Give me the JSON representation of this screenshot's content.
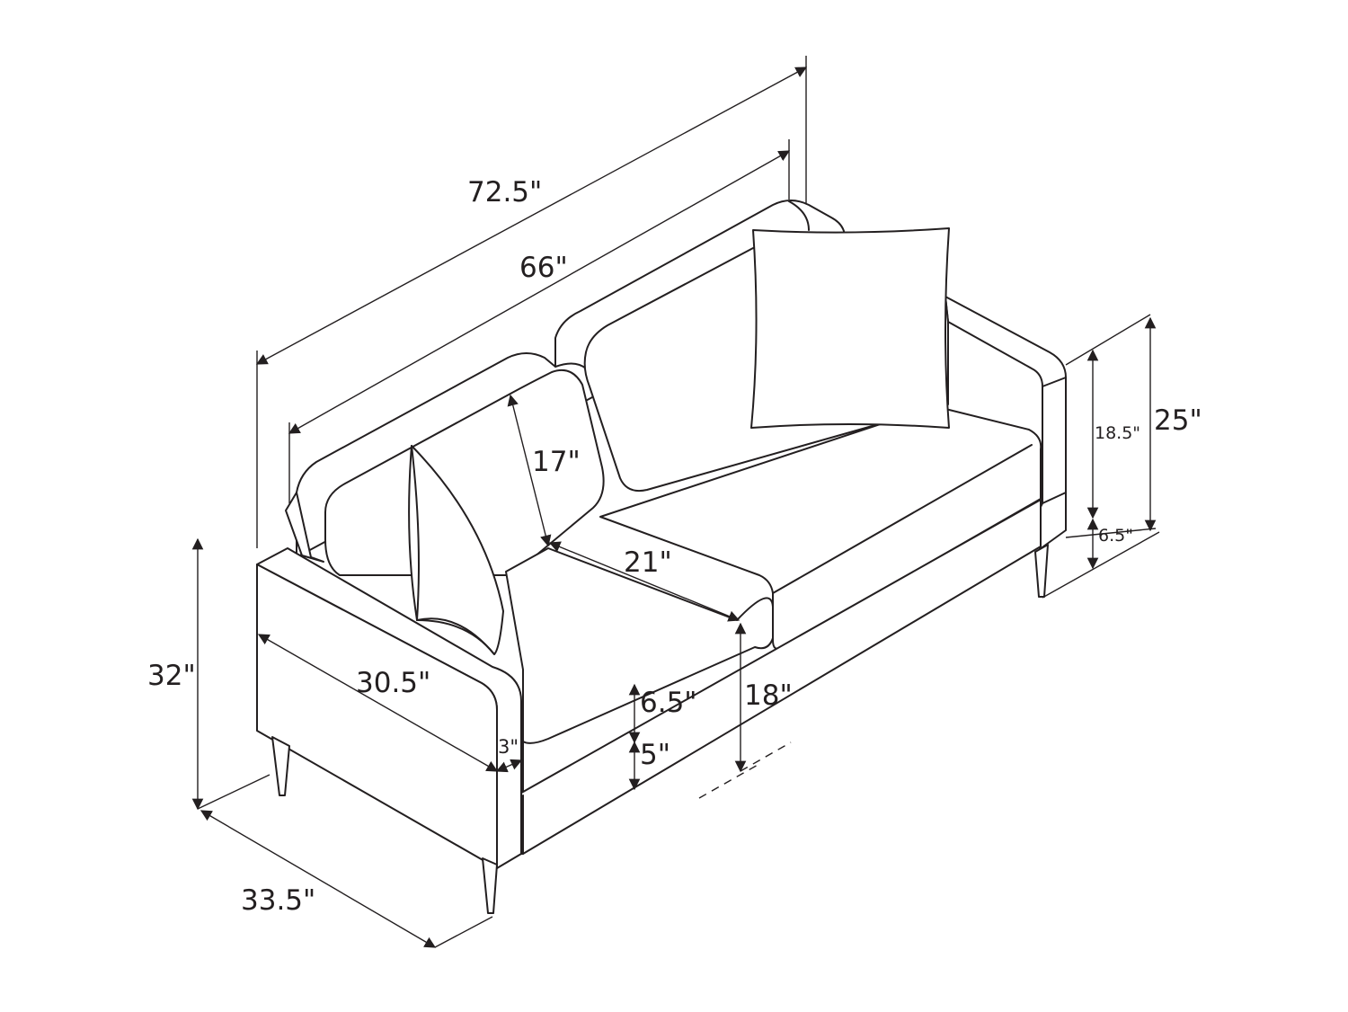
{
  "diagram": {
    "subject": "sofa dimensions line drawing",
    "dimensions": {
      "overall_width": "72.5\"",
      "inner_width": "66\"",
      "back_cushion_height": "17\"",
      "seat_depth": "21\"",
      "arm_length": "30.5\"",
      "overall_height": "32\"",
      "overall_depth": "33.5\"",
      "seat_height": "18\"",
      "seat_cushion_thickness": "6.5\"",
      "base_height": "5\"",
      "arm_width": "3\"",
      "arm_height_total": "25\"",
      "arm_height_above_legs": "18.5\"",
      "leg_height": "6.5\""
    }
  }
}
